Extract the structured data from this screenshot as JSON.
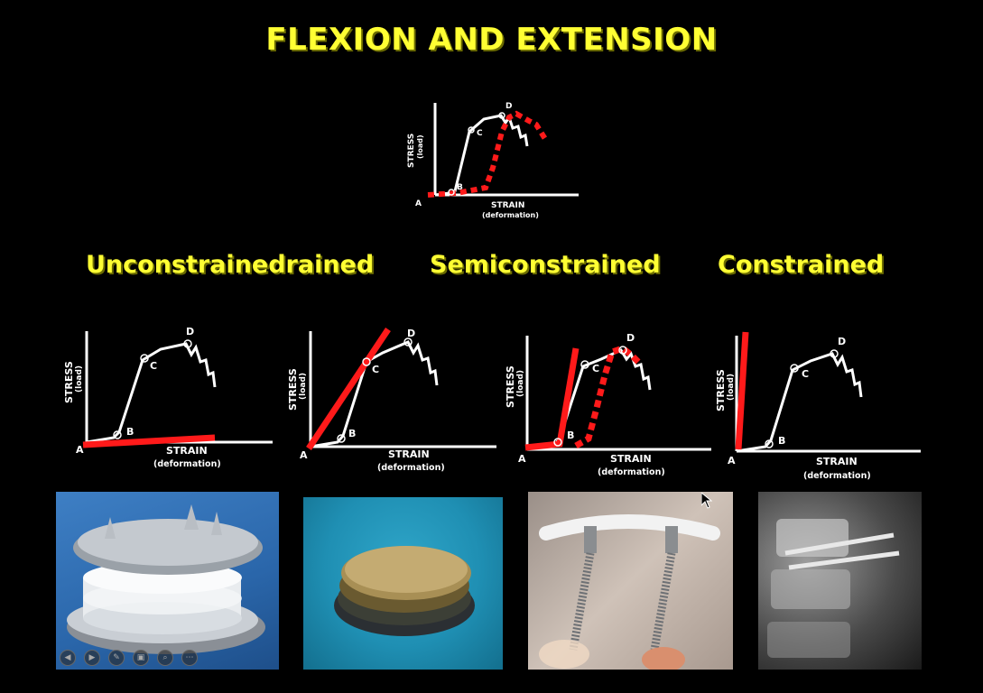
{
  "slide": {
    "title": "FLEXION AND EXTENSION",
    "categories": [
      "Unconstrainedrained",
      "Semiconstrained",
      "Constrained"
    ]
  },
  "graph": {
    "ylabel": "STRESS",
    "ylabel_sub": "(load)",
    "xlabel": "STRAIN",
    "xlabel_sub": "(deformation)",
    "point_a": "A",
    "point_b": "B",
    "point_c": "C",
    "point_d": "D"
  },
  "toolbar": {
    "icons": [
      "previous-icon",
      "next-icon",
      "pen-icon",
      "slides-icon",
      "zoom-icon",
      "more-icon"
    ]
  },
  "colors": {
    "title": "#ffff33",
    "curve": "#ffffff",
    "overlay": "#ff1a1a"
  }
}
